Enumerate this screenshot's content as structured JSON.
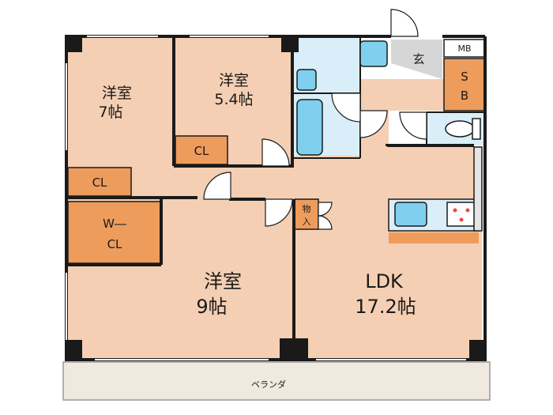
{
  "rooms": {
    "western_7": {
      "name": "洋室",
      "size": "7帖"
    },
    "western_54": {
      "name": "洋室",
      "size": "5.4帖"
    },
    "western_9": {
      "name": "洋室",
      "size": "9帖"
    },
    "ldk": {
      "name": "LDK",
      "size": "17.2帖"
    }
  },
  "storage": {
    "cl_small_room": "CL",
    "cl_left": "CL",
    "wcl_line1": "W―",
    "wcl_line2": "CL",
    "mono_line1": "物",
    "mono_line2": "入",
    "sb_line1": "S",
    "sb_line2": "B",
    "mb": "MB"
  },
  "entrance": "玄",
  "balcony": "ベランダ",
  "colors": {
    "room": "#f5cfb3",
    "storage": "#ee9c5c",
    "wet": "#d9eef9",
    "entrance": "#d6d6d6",
    "balcony": "#efe9df",
    "wall": "#1a1a1a"
  }
}
